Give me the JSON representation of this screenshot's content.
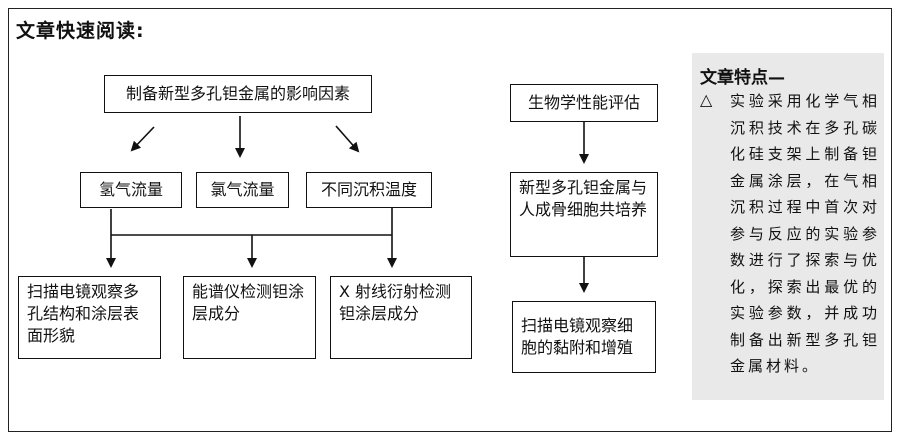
{
  "heading": "文章快速阅读:",
  "left": {
    "top_box": "制备新型多孔钽金属的影响因素",
    "factors": [
      "氢气流量",
      "氯气流量",
      "不同沉积温度"
    ],
    "results": [
      "扫描电镜观察多孔结构和涂层表面形貌",
      "能谱仪检测钽涂层成分",
      "X 射线衍射检测钽涂层成分"
    ]
  },
  "middle": {
    "boxes": [
      "生物学性能评估",
      "新型多孔钽金属与人成骨细胞共培养",
      "扫描电镜观察细胞的黏附和增殖"
    ]
  },
  "sidebar": {
    "title": "文章特点—",
    "mark": "△",
    "body": "实验采用化学气相沉积技术在多孔碳化硅支架上制备钽金属涂层，在气相沉积过程中首次对参与反应的实验参数进行了探索与优化，探索出最优的实验参数，并成功制备出新型多孔钽金属材料。"
  }
}
